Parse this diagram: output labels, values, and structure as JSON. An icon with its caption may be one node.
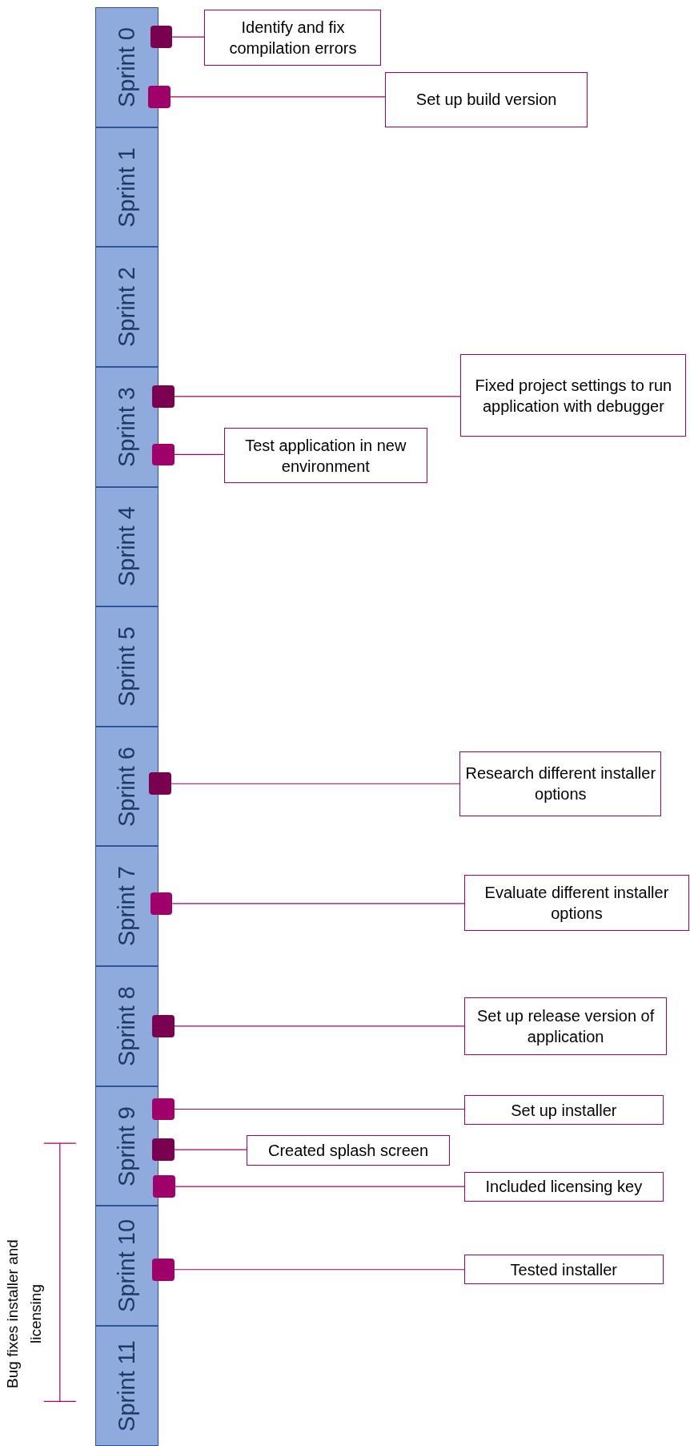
{
  "diagram": {
    "nodes": [
      {
        "text": [
          "Sprint 0"
        ]
      },
      {
        "text": [
          "Sprint 1"
        ]
      },
      {
        "text": [
          "Sprint 2"
        ]
      },
      {
        "text": [
          "Sprint 3"
        ]
      },
      {
        "text": [
          "Sprint 4"
        ]
      },
      {
        "text": [
          "Sprint 5"
        ]
      },
      {
        "text": [
          "Sprint 6"
        ]
      },
      {
        "text": [
          "Sprint 7"
        ]
      },
      {
        "text": [
          "Sprint 8"
        ]
      },
      {
        "text": [
          "Sprint 9"
        ]
      },
      {
        "text": [
          "Sprint 10"
        ]
      },
      {
        "text": [
          "Sprint 11"
        ]
      },
      {
        "text": [],
        "shape": "box"
      },
      {
        "text": [],
        "shape": "box"
      },
      {
        "text": [],
        "shape": "box"
      },
      {
        "text": [],
        "shape": "box"
      },
      {
        "text": [],
        "shape": "box"
      },
      {
        "text": [],
        "shape": "box"
      },
      {
        "text": [],
        "shape": "box"
      },
      {
        "text": [],
        "shape": "box"
      },
      {
        "text": [],
        "shape": "box"
      },
      {
        "text": [],
        "shape": "box"
      },
      {
        "text": [],
        "shape": "box"
      },
      {
        "text": [
          "Identify and fix compilation errors"
        ]
      },
      {
        "text": [
          "Set up build version"
        ]
      },
      {
        "text": [
          "Fixed project settings to run application with debugger"
        ]
      },
      {
        "text": [
          "Test application in new environment"
        ]
      },
      {
        "text": [
          "Research different installer options"
        ]
      },
      {
        "text": [
          "Evaluate different installer options"
        ]
      },
      {
        "text": [
          "Set up release version of application"
        ]
      },
      {
        "text": [
          "Set up installer"
        ]
      },
      {
        "text": [
          "Created splash screen"
        ]
      },
      {
        "text": [
          "Included licensing key"
        ]
      },
      {
        "text": [
          "Tested installer"
        ]
      }
    ],
    "edges": [
      {
        "from": 12,
        "to": 23,
        "arrow": "none"
      },
      {
        "from": 13,
        "to": 24,
        "arrow": "none"
      },
      {
        "from": 14,
        "to": 25,
        "arrow": "none"
      },
      {
        "from": 15,
        "to": 26,
        "arrow": "none"
      },
      {
        "from": 16,
        "to": 27,
        "arrow": "none"
      },
      {
        "from": 17,
        "to": 28,
        "arrow": "none"
      },
      {
        "from": 18,
        "to": 29,
        "arrow": "none"
      },
      {
        "from": 19,
        "to": 30,
        "arrow": "none"
      },
      {
        "from": 20,
        "to": 31,
        "arrow": "none"
      },
      {
        "from": 21,
        "to": 32,
        "arrow": "none"
      },
      {
        "from": 22,
        "to": 33,
        "arrow": "none"
      }
    ],
    "labels": [
      "Bug fixes installer and licensing"
    ]
  }
}
